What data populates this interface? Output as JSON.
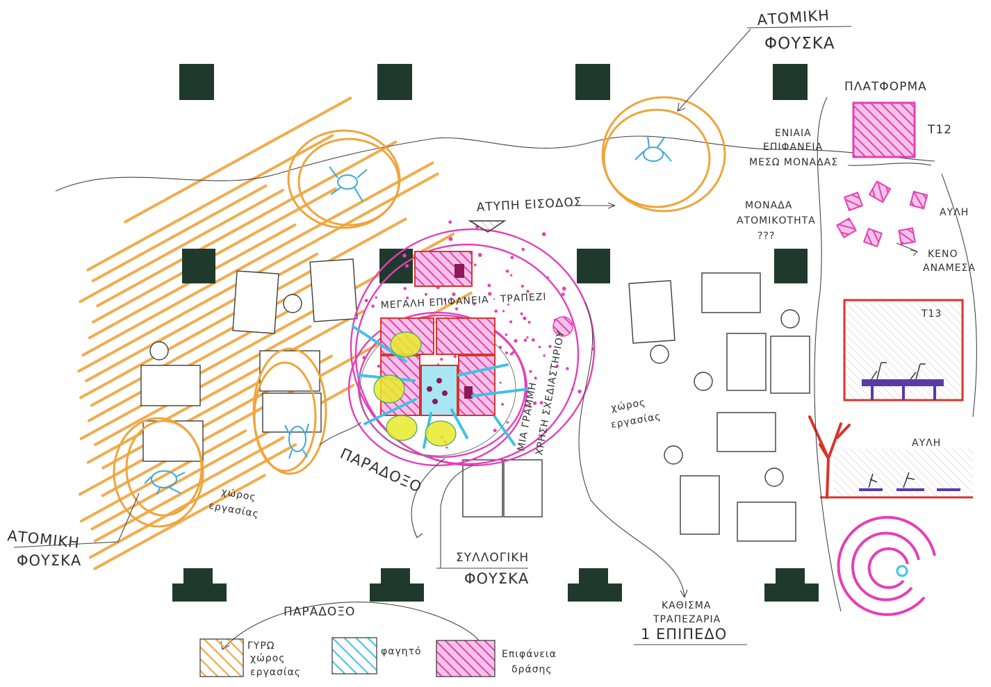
{
  "labels": {
    "individual_phys_top": "ΑΤΟΜΙΚΗ",
    "individual_phys_top_2": "ΦΟΥΣΚΑ",
    "platform": "ΠΛΑΤΦΟΡΜΑ",
    "t12": "Τ12",
    "unified_surface_1": "ΕΝΙΑΙΑ",
    "unified_surface_2": "ΕΠΙΦΑΝΕΙΑ",
    "unified_surface_3": "ΜΕΣΩ ΜΟΝΑΔΑΣ",
    "informal_entry": "ΑΤΥΠΗ ΕΙΣΟΔΟΣ",
    "unit_1": "ΜΟΝΑΔΑ",
    "unit_2": "ΑΤΟΜΙΚΟΤΗΤΑ",
    "unit_3": "???",
    "yard_top": "ΑΥΛΗ",
    "gap_1": "ΚΕΝΟ",
    "gap_2": "ΑΝΑΜΕΣΑ",
    "big_table": "ΜΕΓΑΛΗ ΕΠΙΦΑΝΕΙΑ · ΤΡΑΠΕΖΙ",
    "t13": "Τ13",
    "paradoxo_center": "ΠΑΡΑΔΟΞΟ",
    "workspace_mid_1": "χώρος",
    "workspace_mid_2": "εργασίας",
    "workspace_left_1": "χώρος",
    "workspace_left_2": "εργασίας",
    "individual_left_1": "ΑΤΟΜΙΚΗ",
    "individual_left_2": "ΦΟΥΣΚΑ",
    "collective_1": "ΣΥΛΛΟΓΙΚΗ",
    "collective_2": "ΦΟΥΣΚΑ",
    "cross_use_1": "ΜΙΑ ΓΡΑΜΜΗ",
    "cross_use_2": "ΧΡΗΣΗ ΣΧΕΔΙΑΣΤΗΡΙΟΥ",
    "yard_right": "ΑΥΛΗ",
    "seating_1": "ΚΑΘΙΣΜΑ",
    "seating_2": "ΤΡΑΠΕΖΑΡΙΑ",
    "level": "1 ΕΠΙΠΕΔΟ",
    "paradoxo_legend": "ΠΑΡΑΔΟΞΟ"
  },
  "legend": {
    "items": [
      {
        "line1": "ΓΥΡΩ",
        "line2": "χώρος",
        "line3": "εργασίας",
        "color": "#f0a43a"
      },
      {
        "line1": "φαγητό",
        "line2": "",
        "line3": "",
        "color": "#3fc2e6"
      },
      {
        "line1": "Επιφάνεια",
        "line2": "δράσης",
        "line3": "",
        "color": "#e43fb8"
      }
    ]
  },
  "colors": {
    "orange": "#f0a43a",
    "magenta": "#e43fb8",
    "cyan": "#3fc2e6",
    "yellow": "#e9ea2a",
    "red": "#d8342c",
    "purple": "#5a3aa8",
    "pillar": "#1f3a2c",
    "pencil": "#444444"
  }
}
